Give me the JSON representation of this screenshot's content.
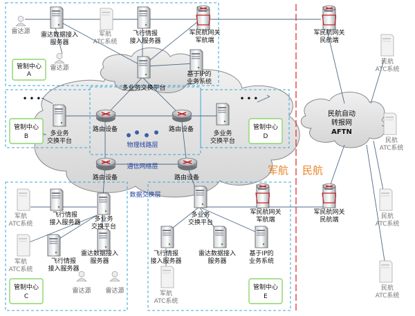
{
  "domain_labels": {
    "military": "军航",
    "civil": "民航"
  },
  "clouds": {
    "multi_platform": "多业务交换平台",
    "routing": "路由设备",
    "physical": "物理线路层",
    "comms": "通信网络层",
    "data_exchange": "数据交换层",
    "aftn": [
      "民航自动",
      "转报网",
      "AFTN"
    ]
  },
  "control_centers": {
    "A": [
      "管制中心",
      "A"
    ],
    "B": [
      "管制中心",
      "B"
    ],
    "C": [
      "管制中心",
      "C"
    ],
    "D": [
      "管制中心",
      "D"
    ],
    "E": [
      "管制中心",
      "E"
    ]
  },
  "nodes": {
    "radar_source": "雷达源",
    "radar_server": [
      "雷达数据接入",
      "服务器"
    ],
    "mil_atc": [
      "军航",
      "ATC系统"
    ],
    "flight_server": [
      "飞行情报",
      "接入服务器"
    ],
    "gw_mil": [
      "军民航网关",
      "军航端"
    ],
    "gw_civ": [
      "军民航网关",
      "民航端"
    ],
    "ip_system": [
      "基于IP的",
      "业务系统"
    ],
    "multi_switch": [
      "多业务",
      "交换平台"
    ],
    "civ_atc": [
      "民航",
      "ATC系统"
    ],
    "ellipsis": "• • •"
  }
}
